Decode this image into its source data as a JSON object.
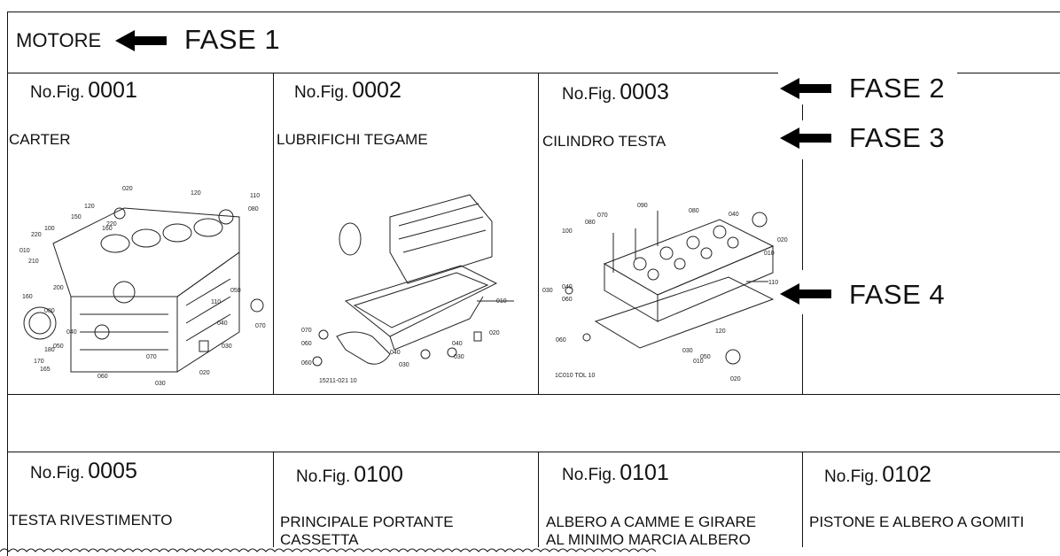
{
  "header": {
    "section": "MOTORE",
    "fase1": "FASE 1"
  },
  "fase_labels": {
    "fase2": "FASE 2",
    "fase3": "FASE 3",
    "fase4": "FASE 4"
  },
  "top_row": [
    {
      "prefix": "No.Fig.",
      "number": "0001",
      "title": "CARTER"
    },
    {
      "prefix": "No.Fig.",
      "number": "0002",
      "title": "LUBRIFICHI TEGAME"
    },
    {
      "prefix": "No.Fig.",
      "number": "0003",
      "title": "CILINDRO TESTA"
    }
  ],
  "bottom_row": [
    {
      "prefix": "No.Fig.",
      "number": "0005",
      "title": "TESTA RIVESTIMENTO",
      "title2": ""
    },
    {
      "prefix": "No.Fig.",
      "number": "0100",
      "title": "PRINCIPALE PORTANTE",
      "title2": "CASSETTA"
    },
    {
      "prefix": "No.Fig.",
      "number": "0101",
      "title": "ALBERO A CAMME E GIRARE",
      "title2": "AL MINIMO MARCIA ALBERO"
    },
    {
      "prefix": "No.Fig.",
      "number": "0102",
      "title": "PISTONE E ALBERO A GOMITI",
      "title2": ""
    }
  ],
  "icons": [
    "arrow-left-icon"
  ]
}
